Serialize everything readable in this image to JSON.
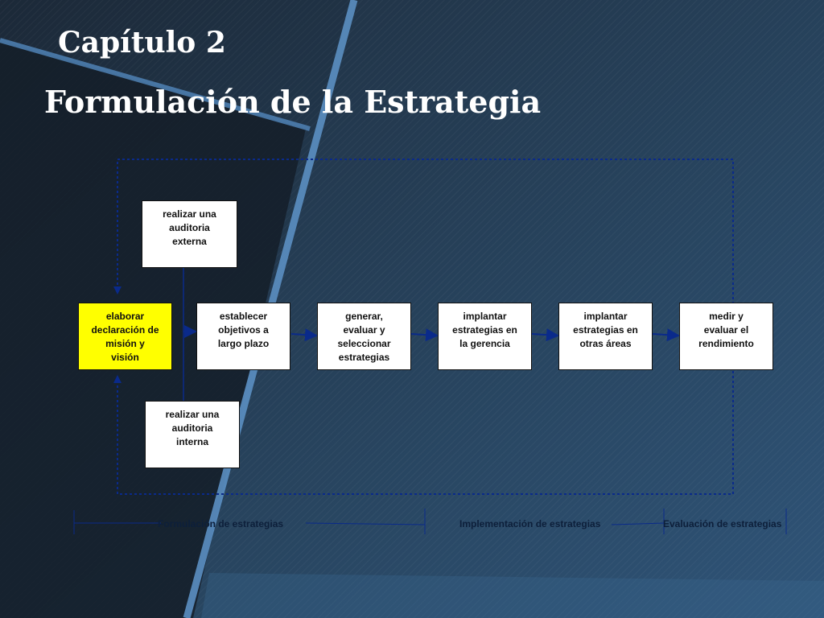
{
  "chapter": "Capítulo 2",
  "heading": "Formulación de la Estrategia",
  "boxes": {
    "external_audit": "realizar una\nauditoria\nexterna",
    "internal_audit": "realizar una\nauditoria\ninterna",
    "mission": "elaborar\ndeclaración de\nmisión y\nvisión",
    "objectives": "establecer\nobjetivos a\nlargo plazo",
    "generate": "generar,\nevaluar y\nseleccionar\nestrategias",
    "implement_management": "implantar\nestrategias en\nla gerencia",
    "implement_other": "implantar\nestrategias en\notras áreas",
    "measure": "medir y\nevaluar el\nrendimiento"
  },
  "phases": {
    "formulation": "Formulación de estrategias",
    "implementation": "Implementación de estrategias",
    "evaluation": "Evaluación de estrategias"
  },
  "colors": {
    "highlight": "#ffff00",
    "connector": "#0a2a8a",
    "background_dark": "#1a2533",
    "background_blue": "#2a4560"
  }
}
